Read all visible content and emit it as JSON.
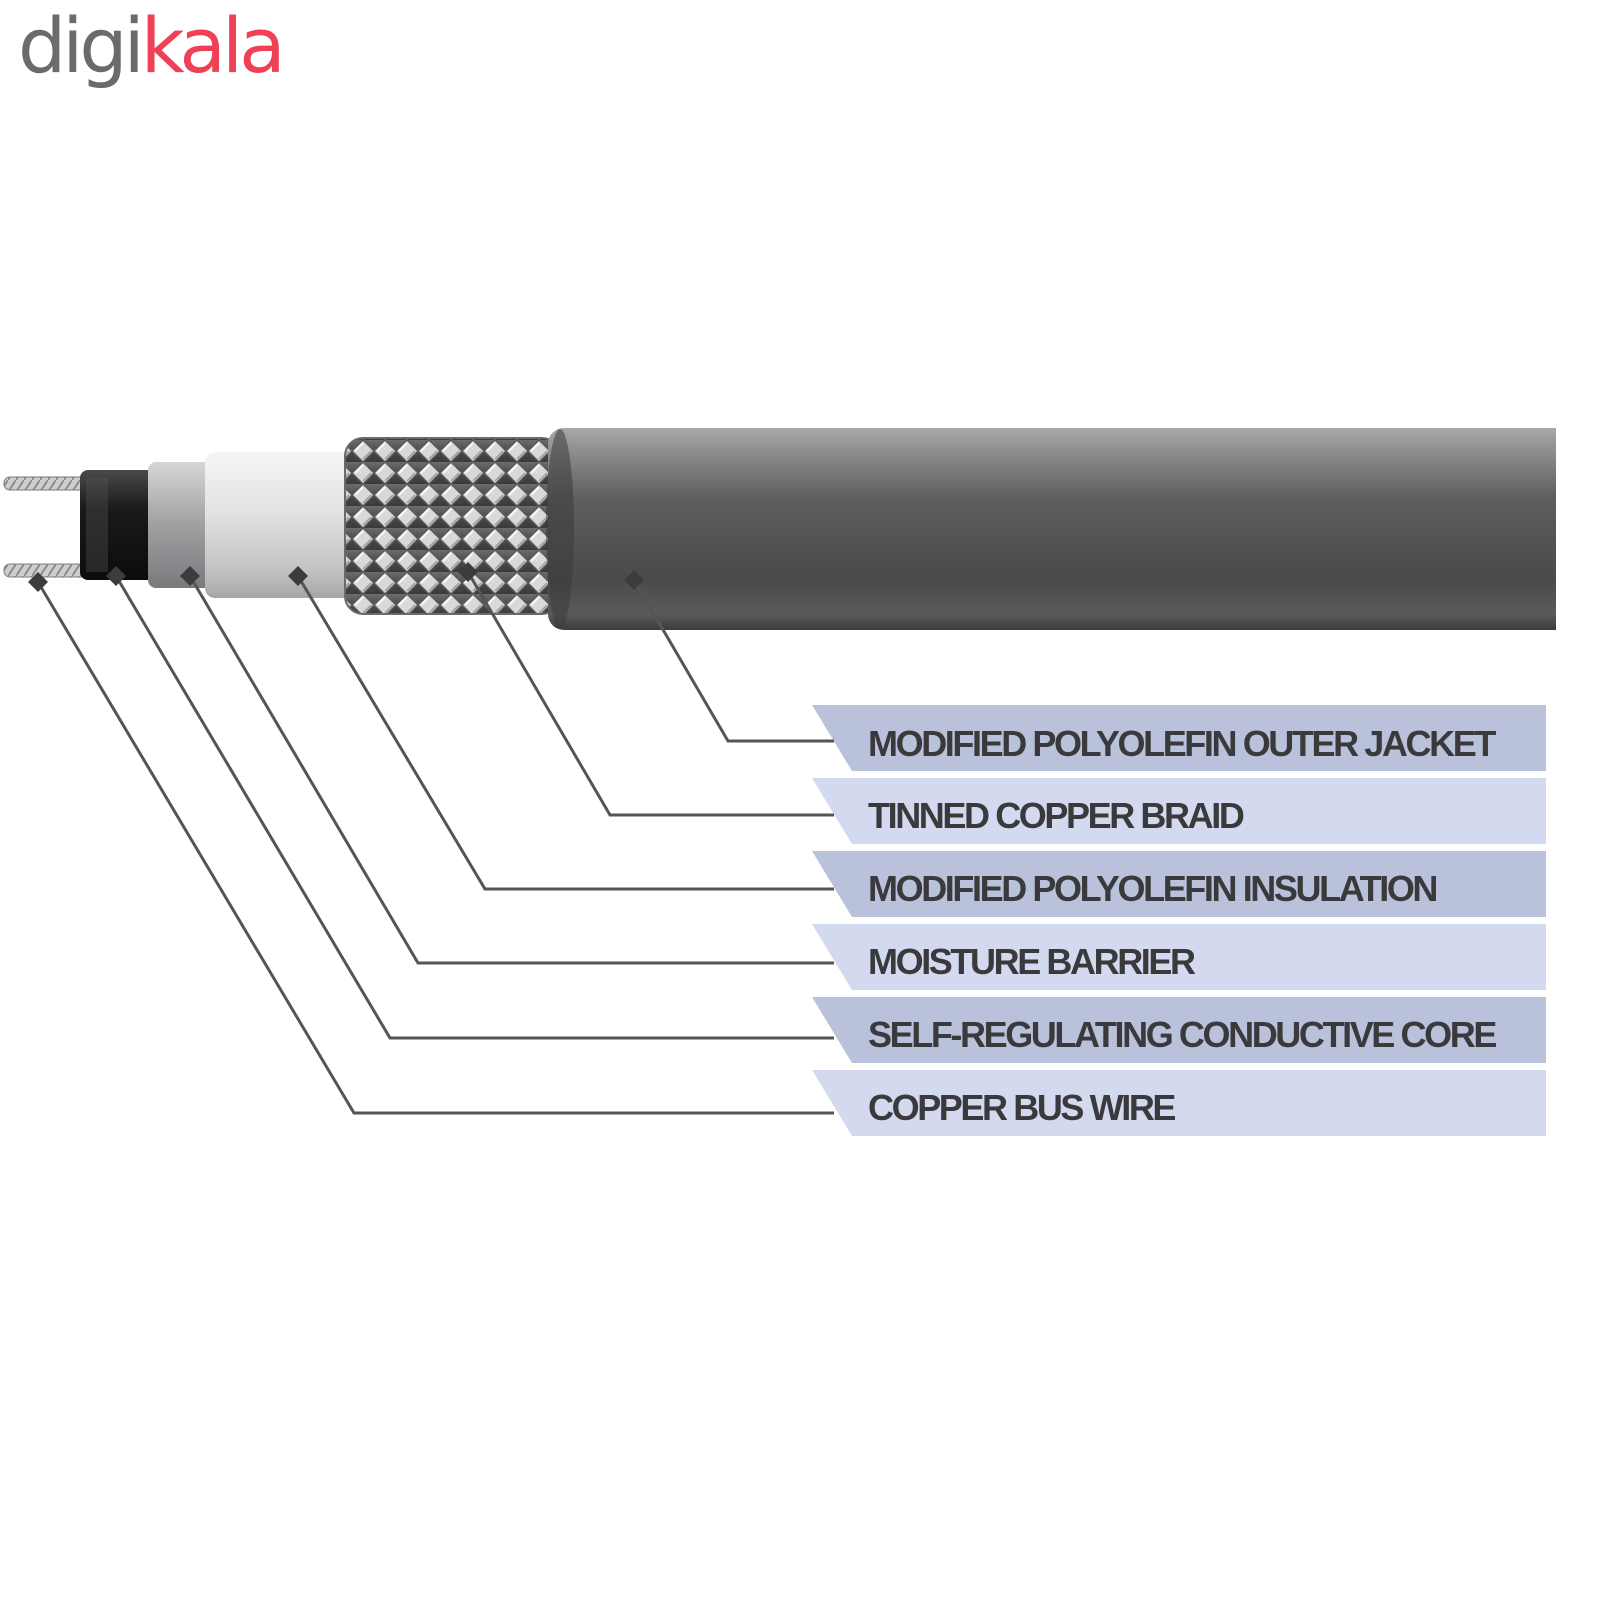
{
  "brand": {
    "logo_part_a": "digi",
    "logo_part_b": "kala",
    "colors": {
      "gray": "#6b6b6d",
      "red": "#ef4056"
    }
  },
  "diagram": {
    "layers": [
      {
        "label": "MODIFIED POLYOLEFIN OUTER JACKET",
        "band_color": "#b9c1db"
      },
      {
        "label": "TINNED COPPER BRAID",
        "band_color": "#d3d9ef"
      },
      {
        "label": "MODIFIED POLYOLEFIN INSULATION",
        "band_color": "#b9c1db"
      },
      {
        "label": "MOISTURE BARRIER",
        "band_color": "#d3d9ef"
      },
      {
        "label": "SELF-REGULATING CONDUCTIVE CORE",
        "band_color": "#b9c1db"
      },
      {
        "label": "COPPER BUS WIRE",
        "band_color": "#d3d9ef"
      }
    ],
    "leader_color": "#555555",
    "marker_color": "#3c3c3e"
  }
}
